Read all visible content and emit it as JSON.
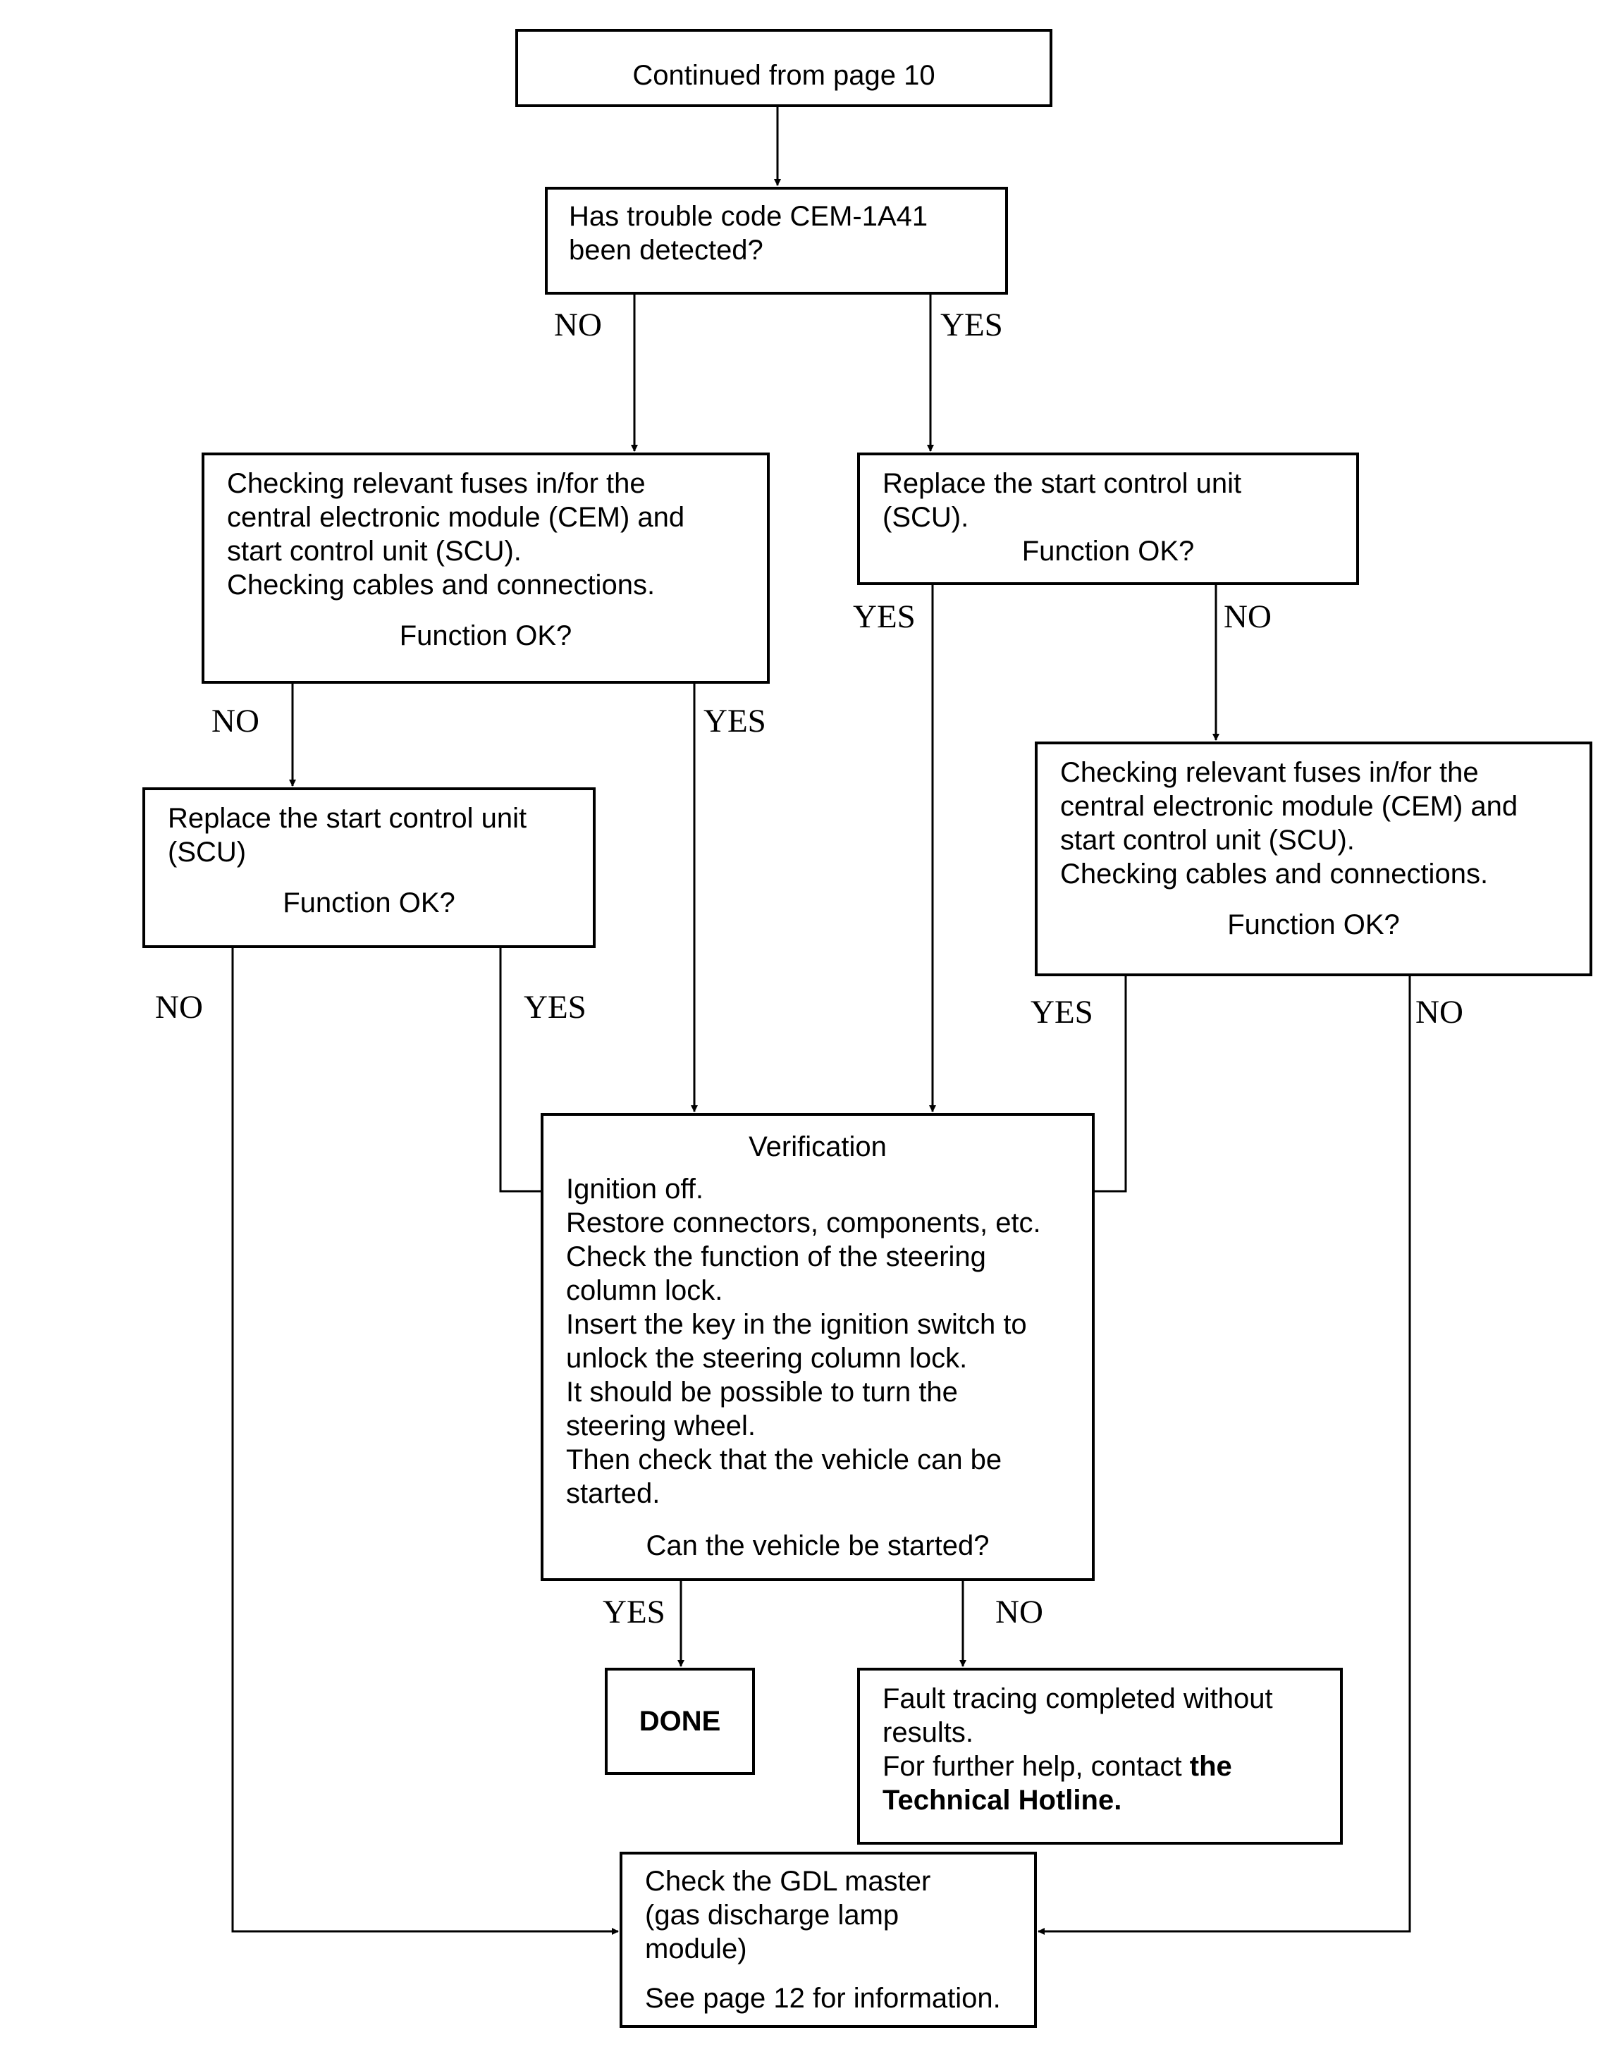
{
  "start": {
    "text": "Continued from page 10"
  },
  "q1": {
    "lines": [
      "Has trouble code CEM-1A41",
      "been detected?"
    ]
  },
  "fuse_left": {
    "lines": [
      "Checking relevant fuses in/for the",
      "central electronic module (CEM) and",
      "start control unit (SCU).",
      "Checking cables and connections."
    ],
    "question": "Function OK?"
  },
  "replace_right": {
    "lines": [
      "Replace the start control unit",
      "(SCU)."
    ],
    "question": "Function OK?"
  },
  "replace_left": {
    "lines": [
      "Replace the start control unit",
      "(SCU)"
    ],
    "question": "Function OK?"
  },
  "fuse_right": {
    "lines": [
      "Checking relevant fuses in/for the",
      "central electronic module (CEM) and",
      "start control unit (SCU).",
      "Checking cables and connections."
    ],
    "question": "Function OK?"
  },
  "verification": {
    "title": "Verification",
    "lines": [
      "Ignition off.",
      "Restore connectors, components, etc.",
      "Check the function of the steering",
      "column lock.",
      "Insert the key in the ignition switch to",
      "unlock the steering column lock.",
      "It should be possible to turn the",
      "steering wheel.",
      "Then check that the vehicle can be",
      "started."
    ],
    "question": "Can the vehicle be started?"
  },
  "done": {
    "text": "DONE"
  },
  "fault": {
    "line1": "Fault tracing completed without",
    "line2": "results.",
    "line3_plain": "For further help, contact ",
    "line3_bold": "the",
    "line4_bold": "Technical Hotline."
  },
  "gdl": {
    "lines": [
      "Check the GDL master",
      "(gas discharge lamp",
      "module)"
    ],
    "note": "See page 12 for information."
  },
  "labels": {
    "q1_no": "NO",
    "q1_yes": "YES",
    "fuse_left_no": "NO",
    "fuse_left_yes": "YES",
    "replace_right_yes": "YES",
    "replace_right_no": "NO",
    "replace_left_no": "NO",
    "replace_left_yes": "YES",
    "fuse_right_yes": "YES",
    "fuse_right_no": "NO",
    "verify_yes": "YES",
    "verify_no": "NO"
  }
}
